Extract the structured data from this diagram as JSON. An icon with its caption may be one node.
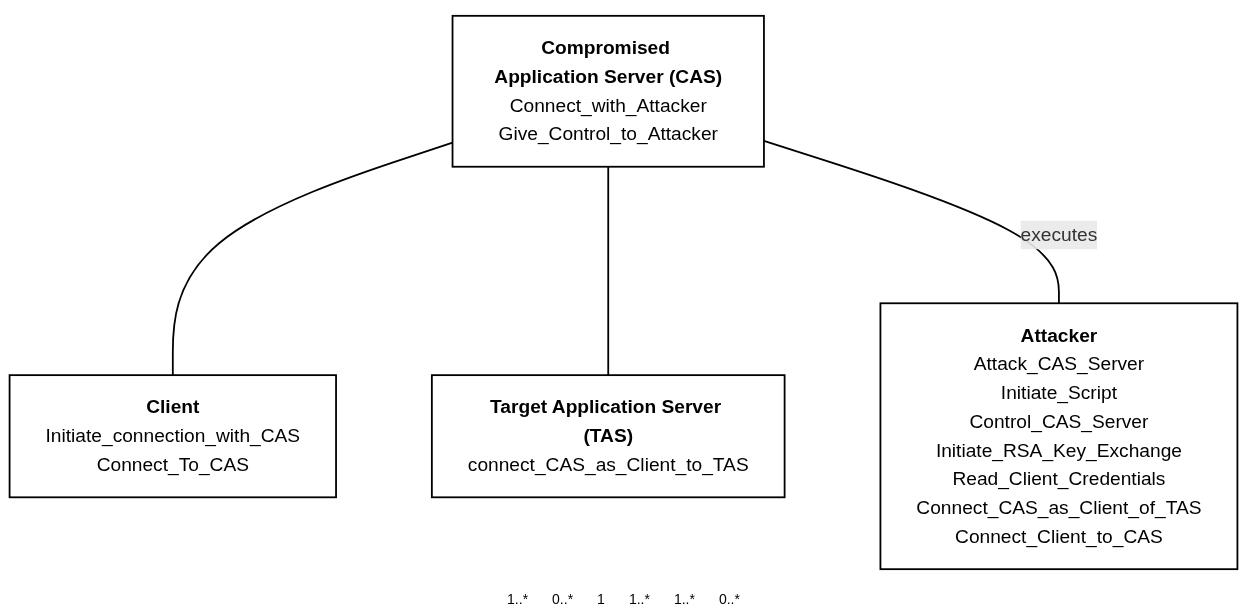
{
  "diagram": {
    "nodes": [
      {
        "text": [
          "Compromised Application Server (CAS)",
          "Connect_with_Attacker",
          "Give_Control_to_Attacker"
        ]
      },
      {
        "text": [
          "Client",
          "Initiate_connection_with_CAS",
          "Connect_To_CAS"
        ]
      },
      {
        "text": [
          "Attacker",
          "Attack_CAS_Server",
          "Initiate_Script",
          "Control_CAS_Server",
          "Initiate_RSA_Key_Exchange",
          "Read_Client_Credentials",
          "Connect_CAS_as_Client_of_TAS",
          "Connect_Client_to_CAS"
        ]
      },
      {
        "text": [
          "Target Application Server (TAS)",
          "connect_CAS_as_Client_to_TAS"
        ]
      }
    ],
    "edges": [
      {
        "from": 0,
        "to": 1,
        "arrow": "none"
      },
      {
        "from": 0,
        "to": 3,
        "arrow": "none"
      },
      {
        "from": 0,
        "to": 2,
        "arrow": "none",
        "label": "executes"
      }
    ],
    "labels": [
      "1..*",
      "0..*",
      "1",
      "1..*",
      "1..*",
      "0..*"
    ]
  }
}
